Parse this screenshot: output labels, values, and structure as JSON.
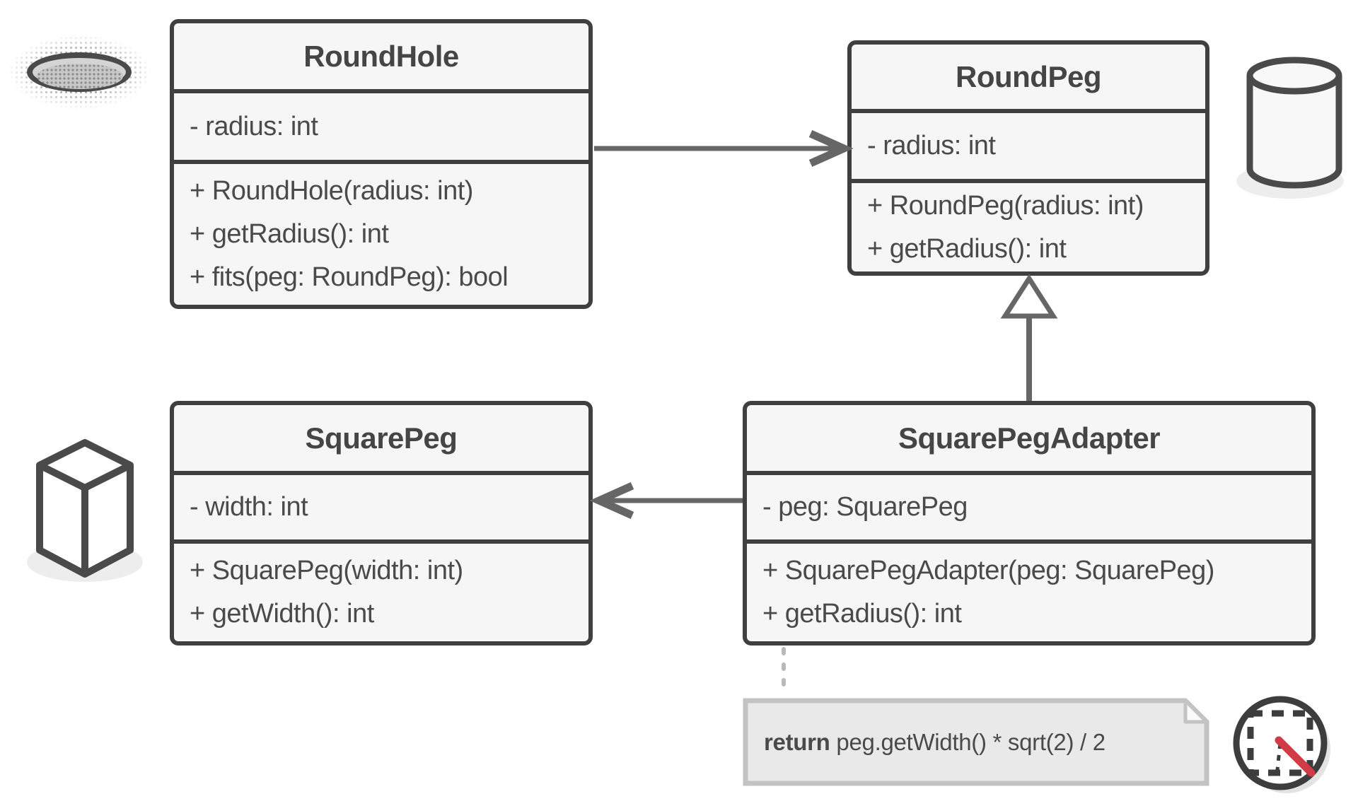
{
  "classes": [
    {
      "name": "RoundHole",
      "attributes": [
        "- radius: int"
      ],
      "methods": [
        "+ RoundHole(radius: int)",
        "+ getRadius(): int",
        "+ fits(peg: RoundPeg): bool"
      ]
    },
    {
      "name": "RoundPeg",
      "attributes": [
        "- radius: int"
      ],
      "methods": [
        "+ RoundPeg(radius: int)",
        "+ getRadius(): int"
      ]
    },
    {
      "name": "SquarePeg",
      "attributes": [
        "- width: int"
      ],
      "methods": [
        "+ SquarePeg(width: int)",
        "+ getWidth(): int"
      ]
    },
    {
      "name": "SquarePegAdapter",
      "attributes": [
        "- peg: SquarePeg"
      ],
      "methods": [
        "+ SquarePegAdapter(peg: SquarePeg)",
        "+ getRadius(): int"
      ]
    }
  ],
  "note": {
    "keyword": "return",
    "code": " peg.getWidth() * sqrt(2) / 2"
  },
  "relations": [
    {
      "type": "association",
      "from": "RoundHole",
      "to": "RoundPeg"
    },
    {
      "type": "association",
      "from": "SquarePegAdapter",
      "to": "SquarePeg"
    },
    {
      "type": "inheritance",
      "from": "SquarePegAdapter",
      "to": "RoundPeg"
    },
    {
      "type": "note-anchor",
      "from": "SquarePegAdapter",
      "to": "note"
    }
  ],
  "icons": [
    {
      "name": "round-hole-icon"
    },
    {
      "name": "round-peg-icon"
    },
    {
      "name": "square-peg-icon"
    },
    {
      "name": "adapter-concept-icon"
    }
  ],
  "colors": {
    "background": "#ffffff",
    "box_fill": "#f6f6f6",
    "box_border": "#3f3f3f",
    "text": "#4a4a4a",
    "arrow": "#666666",
    "note_fill": "#e9e9e9",
    "note_border": "#c3c3c3",
    "note_link": "#b9b9b9",
    "accent_red": "#d13b45"
  }
}
